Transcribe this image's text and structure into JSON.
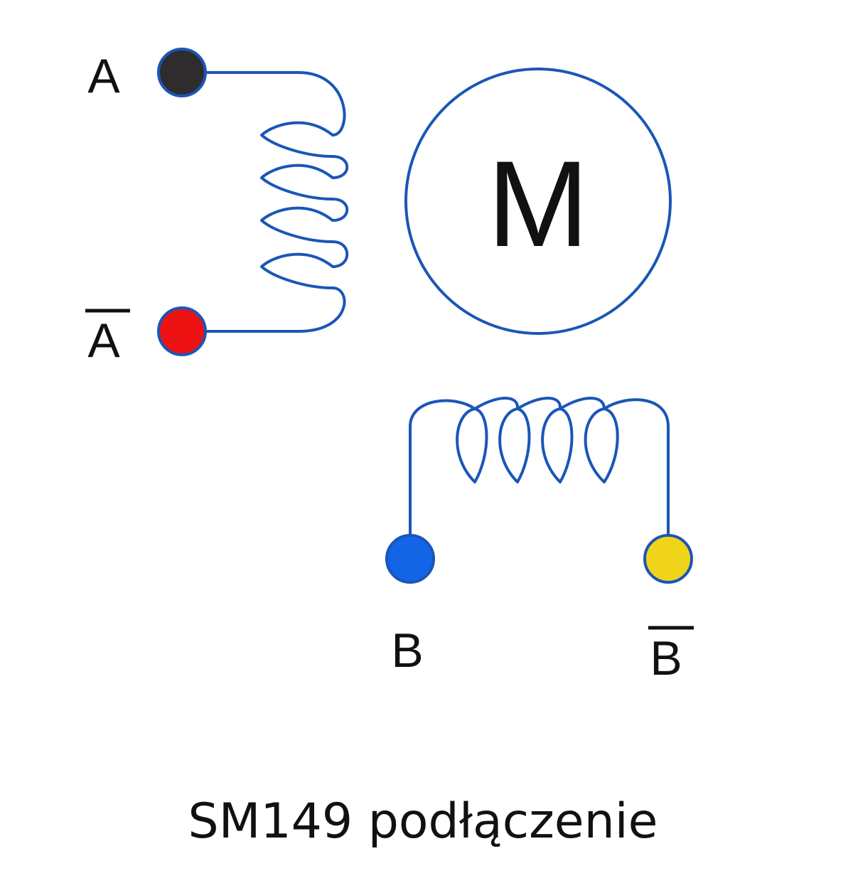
{
  "colors": {
    "wire": "#1a56b8",
    "terminal_a": "#2e2c2c",
    "terminal_a_bar": "#ee1111",
    "terminal_b": "#1464e6",
    "terminal_b_bar": "#f0d41a",
    "text": "#111111"
  },
  "terminals": {
    "a": "A",
    "a_bar": "A",
    "b": "B",
    "b_bar": "B"
  },
  "motor": {
    "label": "M"
  },
  "caption": "SM149 podłączenie"
}
